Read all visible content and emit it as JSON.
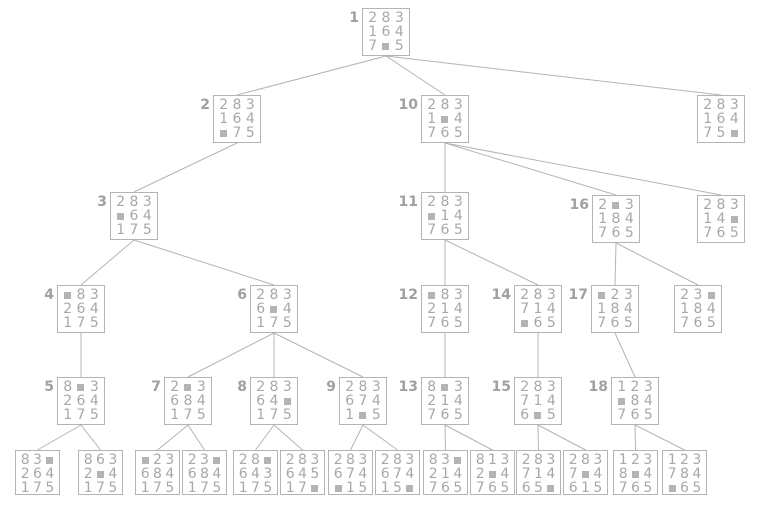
{
  "nodes": [
    {
      "id": "n1",
      "label": "1",
      "parent": null,
      "tiles": [
        "2",
        "8",
        "3",
        "1",
        "6",
        "4",
        "7",
        "",
        "5"
      ]
    },
    {
      "id": "n2",
      "label": "2",
      "parent": "n1",
      "tiles": [
        "2",
        "8",
        "3",
        "1",
        "6",
        "4",
        "",
        "7",
        "5"
      ]
    },
    {
      "id": "n10",
      "label": "10",
      "parent": "n1",
      "tiles": [
        "2",
        "8",
        "3",
        "1",
        "",
        "4",
        "7",
        "6",
        "5"
      ]
    },
    {
      "id": "r1",
      "label": "",
      "parent": "n1",
      "tiles": [
        "2",
        "8",
        "3",
        "1",
        "6",
        "4",
        "7",
        "5",
        ""
      ]
    },
    {
      "id": "n3",
      "label": "3",
      "parent": "n2",
      "tiles": [
        "2",
        "8",
        "3",
        "",
        "6",
        "4",
        "1",
        "7",
        "5"
      ]
    },
    {
      "id": "n11",
      "label": "11",
      "parent": "n10",
      "tiles": [
        "2",
        "8",
        "3",
        "",
        "1",
        "4",
        "7",
        "6",
        "5"
      ]
    },
    {
      "id": "n16",
      "label": "16",
      "parent": "n10",
      "tiles": [
        "2",
        "",
        "3",
        "1",
        "8",
        "4",
        "7",
        "6",
        "5"
      ]
    },
    {
      "id": "r2",
      "label": "",
      "parent": "n10",
      "tiles": [
        "2",
        "8",
        "3",
        "1",
        "4",
        "",
        "7",
        "6",
        "5"
      ]
    },
    {
      "id": "n4",
      "label": "4",
      "parent": "n3",
      "tiles": [
        "",
        "8",
        "3",
        "2",
        "6",
        "4",
        "1",
        "7",
        "5"
      ]
    },
    {
      "id": "n6",
      "label": "6",
      "parent": "n3",
      "tiles": [
        "2",
        "8",
        "3",
        "6",
        "",
        "4",
        "1",
        "7",
        "5"
      ]
    },
    {
      "id": "n12",
      "label": "12",
      "parent": "n11",
      "tiles": [
        "",
        "8",
        "3",
        "2",
        "1",
        "4",
        "7",
        "6",
        "5"
      ]
    },
    {
      "id": "n14",
      "label": "14",
      "parent": "n11",
      "tiles": [
        "2",
        "8",
        "3",
        "7",
        "1",
        "4",
        "",
        "6",
        "5"
      ]
    },
    {
      "id": "n17",
      "label": "17",
      "parent": "n16",
      "tiles": [
        "",
        "2",
        "3",
        "1",
        "8",
        "4",
        "7",
        "6",
        "5"
      ]
    },
    {
      "id": "r3",
      "label": "",
      "parent": "n16",
      "tiles": [
        "2",
        "3",
        "",
        "1",
        "8",
        "4",
        "7",
        "6",
        "5"
      ]
    },
    {
      "id": "n5",
      "label": "5",
      "parent": "n4",
      "tiles": [
        "8",
        "",
        "3",
        "2",
        "6",
        "4",
        "1",
        "7",
        "5"
      ]
    },
    {
      "id": "n7",
      "label": "7",
      "parent": "n6",
      "tiles": [
        "2",
        "",
        "3",
        "6",
        "8",
        "4",
        "1",
        "7",
        "5"
      ]
    },
    {
      "id": "n8",
      "label": "8",
      "parent": "n6",
      "tiles": [
        "2",
        "8",
        "3",
        "6",
        "4",
        "",
        "1",
        "7",
        "5"
      ]
    },
    {
      "id": "n9",
      "label": "9",
      "parent": "n6",
      "tiles": [
        "2",
        "8",
        "3",
        "6",
        "7",
        "4",
        "1",
        "",
        "5"
      ]
    },
    {
      "id": "n13",
      "label": "13",
      "parent": "n12",
      "tiles": [
        "8",
        "",
        "3",
        "2",
        "1",
        "4",
        "7",
        "6",
        "5"
      ]
    },
    {
      "id": "n15",
      "label": "15",
      "parent": "n14",
      "tiles": [
        "2",
        "8",
        "3",
        "7",
        "1",
        "4",
        "6",
        "",
        "5"
      ]
    },
    {
      "id": "n18",
      "label": "18",
      "parent": "n17",
      "tiles": [
        "1",
        "2",
        "3",
        "",
        "8",
        "4",
        "7",
        "6",
        "5"
      ]
    },
    {
      "id": "l1",
      "label": "",
      "parent": "n5",
      "tiles": [
        "8",
        "3",
        "",
        "2",
        "6",
        "4",
        "1",
        "7",
        "5"
      ]
    },
    {
      "id": "l2",
      "label": "",
      "parent": "n5",
      "tiles": [
        "8",
        "6",
        "3",
        "2",
        "",
        "4",
        "1",
        "7",
        "5"
      ]
    },
    {
      "id": "l3",
      "label": "",
      "parent": "n7",
      "tiles": [
        "",
        "2",
        "3",
        "6",
        "8",
        "4",
        "1",
        "7",
        "5"
      ]
    },
    {
      "id": "l4",
      "label": "",
      "parent": "n7",
      "tiles": [
        "2",
        "3",
        "",
        "6",
        "8",
        "4",
        "1",
        "7",
        "5"
      ]
    },
    {
      "id": "l5",
      "label": "",
      "parent": "n8",
      "tiles": [
        "2",
        "8",
        "",
        "6",
        "4",
        "3",
        "1",
        "7",
        "5"
      ]
    },
    {
      "id": "l6",
      "label": "",
      "parent": "n8",
      "tiles": [
        "2",
        "8",
        "3",
        "6",
        "4",
        "5",
        "1",
        "7",
        ""
      ]
    },
    {
      "id": "l7",
      "label": "",
      "parent": "n9",
      "tiles": [
        "2",
        "8",
        "3",
        "6",
        "7",
        "4",
        "",
        "1",
        "5"
      ]
    },
    {
      "id": "l8",
      "label": "",
      "parent": "n9",
      "tiles": [
        "2",
        "8",
        "3",
        "6",
        "7",
        "4",
        "1",
        "5",
        ""
      ]
    },
    {
      "id": "l9",
      "label": "",
      "parent": "n13",
      "tiles": [
        "8",
        "3",
        "",
        "2",
        "1",
        "4",
        "7",
        "6",
        "5"
      ]
    },
    {
      "id": "l10",
      "label": "",
      "parent": "n13",
      "tiles": [
        "8",
        "1",
        "3",
        "2",
        "",
        "4",
        "7",
        "6",
        "5"
      ]
    },
    {
      "id": "l11",
      "label": "",
      "parent": "n15",
      "tiles": [
        "2",
        "8",
        "3",
        "7",
        "1",
        "4",
        "6",
        "5",
        ""
      ]
    },
    {
      "id": "l12",
      "label": "",
      "parent": "n15",
      "tiles": [
        "2",
        "8",
        "3",
        "7",
        "",
        "4",
        "6",
        "1",
        "5"
      ]
    },
    {
      "id": "l13",
      "label": "",
      "parent": "n18",
      "tiles": [
        "1",
        "2",
        "3",
        "8",
        "",
        "4",
        "7",
        "6",
        "5"
      ]
    },
    {
      "id": "l14",
      "label": "",
      "parent": "n18",
      "tiles": [
        "1",
        "2",
        "3",
        "7",
        "8",
        "4",
        "",
        "6",
        "5"
      ]
    }
  ],
  "colors": {
    "line": "#b4b4b4",
    "text": "#a8a8a8",
    "label": "#a0a0a0"
  }
}
